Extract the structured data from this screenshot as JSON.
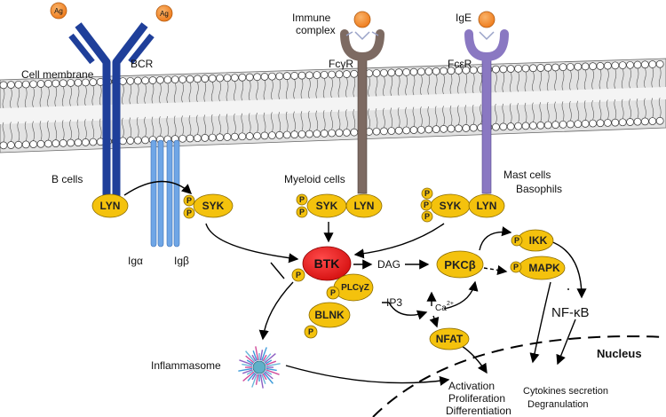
{
  "labels": {
    "cell_membrane": "Cell membrane",
    "bcr": "BCR",
    "ag": "Ag",
    "immune_complex_1": "Immune",
    "immune_complex_2": "complex",
    "fcgr": "FcγR",
    "ige": "IgE",
    "fcer": "FcεR",
    "b_cells": "B cells",
    "myeloid_cells": "Myeloid cells",
    "mast_cells": "Mast cells",
    "basophils": "Basophils",
    "iga": "Igα",
    "igb": "Igβ",
    "dag": "DAG",
    "ip3": "IP3",
    "ca": "Ca",
    "ca_sup": "2+",
    "nfkb": "NF-κB",
    "nucleus": "Nucleus",
    "inflammasome": "Inflammasome",
    "activation": "Activation",
    "proliferation": "Proliferation",
    "differentiation": "Differentiation",
    "cytokines": "Cytokines secretion",
    "degranulation": "Degranulation"
  },
  "nodes": {
    "lyn": "LYN",
    "syk": "SYK",
    "btk": "BTK",
    "plcg": "PLCγZ",
    "blnk": "BLNK",
    "pkcb": "PKCβ",
    "ikk": "IKK",
    "mapk": "MAPK",
    "nfat": "NFAT",
    "p": "P"
  },
  "colors": {
    "node_fill": "#f4c20d",
    "btk_fill": "#ee1c1c",
    "bcr": "#1f3f9a",
    "iga_igb": "#6fa6e6",
    "fcgr": "#7d6a62",
    "fcer": "#8a78c2",
    "antigen": "#f08a2c",
    "membrane_head": "#ffffff",
    "membrane_core": "#dcdcdc"
  }
}
